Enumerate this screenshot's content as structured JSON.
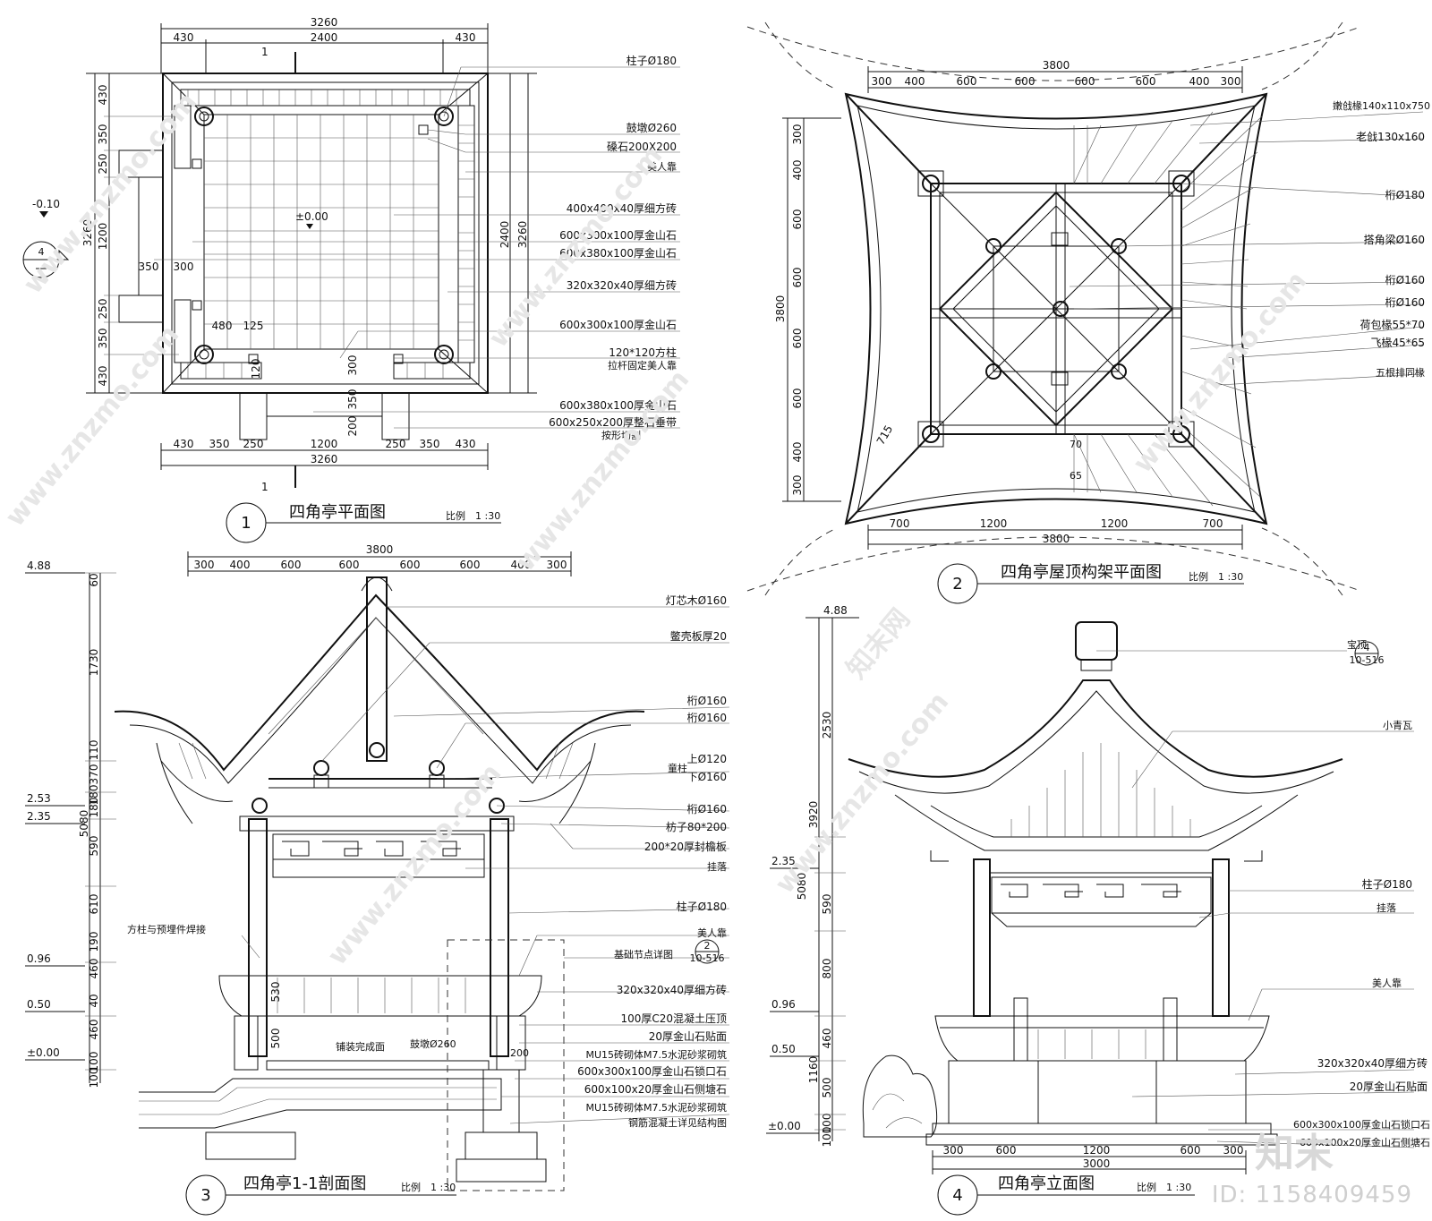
{
  "drawing1": {
    "title": "四角亭平面图",
    "number": "1",
    "scale": "比例　1 :30",
    "section_mark": "1",
    "level": "±0.00",
    "level_outside": "-0.10",
    "index_mark_top": "4",
    "dims_top": [
      "3260",
      "430",
      "2400",
      "430"
    ],
    "dims_bottom": [
      "430",
      "350",
      "250",
      "1200",
      "250",
      "350",
      "430",
      "3260"
    ],
    "dims_left": [
      "430",
      "350",
      "250",
      "1200",
      "250",
      "350",
      "430",
      "3260"
    ],
    "dims_right": [
      "2400",
      "3260"
    ],
    "dims_inner": [
      "350",
      "300",
      "480",
      "125",
      "120",
      "300",
      "350",
      "200"
    ],
    "labels": [
      "柱子Ø180",
      "鼓墩Ø260",
      "磉石200X200",
      "美人靠",
      "400x400x40厚细方砖",
      "600x300x100厚金山石",
      "600x380x100厚金山石",
      "320x320x40厚细方砖",
      "600x300x100厚金山石",
      "120*120方柱",
      "拉杆固定美人靠",
      "600x380x100厚金山石",
      "600x250x200厚整石垂带",
      "按形切割"
    ]
  },
  "drawing2": {
    "title": "四角亭屋顶构架平面图",
    "number": "2",
    "scale": "比例　1 :30",
    "dims_top": [
      "3800",
      "300",
      "400",
      "600",
      "600",
      "600",
      "600",
      "400",
      "300"
    ],
    "dims_bottom": [
      "700",
      "1200",
      "1200",
      "700",
      "3800"
    ],
    "dims_left": [
      "300",
      "400",
      "600",
      "600",
      "600",
      "600",
      "400",
      "300",
      "3800"
    ],
    "dims_inner": [
      "715",
      "70",
      "65"
    ],
    "labels": [
      "嫩戗椽140x110x750",
      "老戗130x160",
      "桁Ø180",
      "搭角梁Ø160",
      "桁Ø160",
      "桁Ø160",
      "荷包椽55*70",
      "飞椽45*65",
      "五根排同椽"
    ]
  },
  "drawing3": {
    "title": "四角亭1-1剖面图",
    "number": "3",
    "scale": "比例　1 :30",
    "levels": [
      "4.88",
      "2.53",
      "2.35",
      "0.96",
      "0.50",
      "±0.00"
    ],
    "dims_top": [
      "3800",
      "300",
      "400",
      "600",
      "600",
      "600",
      "600",
      "400",
      "300"
    ],
    "dims_left": [
      "60",
      "1730",
      "110",
      "370",
      "180",
      "180",
      "590",
      "610",
      "190",
      "460",
      "40",
      "460",
      "100",
      "100",
      "5080"
    ],
    "dims_inner": [
      "530",
      "500",
      "200"
    ],
    "labels": [
      "灯芯木Ø160",
      "鳖壳板厚20",
      "桁Ø160",
      "桁Ø160",
      "童柱",
      "上Ø120",
      "下Ø160",
      "桁Ø160",
      "枋子80*200",
      "200*20厚封檐板",
      "挂落",
      "柱子Ø180",
      "美人靠",
      "基础节点详图",
      "320x320x40厚细方砖",
      "100厚C20混凝土压顶",
      "20厚金山石贴面",
      "MU15砖砌体M7.5水泥砂浆砌筑",
      "600x300x100厚金山石锁口石",
      "600x100x20厚金山石侧塘石",
      "MU15砖砌体M7.5水泥砂浆砌筑",
      "钢筋混凝土详见结构图",
      "方柱与预埋件焊接",
      "铺装完成面",
      "鼓墩Ø260"
    ],
    "detail_mark_num": "2",
    "detail_mark_ref": "10-516"
  },
  "drawing4": {
    "title": "四角亭立面图",
    "number": "4",
    "scale": "比例　1 :30",
    "levels": [
      "4.88",
      "2.35",
      "0.96",
      "0.50",
      "±0.00"
    ],
    "dims_bottom": [
      "300",
      "600",
      "1200",
      "600",
      "300",
      "3000"
    ],
    "dims_left": [
      "2530",
      "3920",
      "590",
      "800",
      "460",
      "1160",
      "500",
      "100",
      "100",
      "5080"
    ],
    "labels": [
      "宝顶",
      "小青瓦",
      "柱子Ø180",
      "挂落",
      "美人靠",
      "320x320x40厚细方砖",
      "20厚金山石贴面",
      "600x300x100厚金山石锁口石",
      "600x100x20厚金山石侧塘石"
    ],
    "detail_mark_num": "4",
    "detail_mark_ref": "10-516"
  },
  "watermark": {
    "site": "www.znzmo.com",
    "brand": "知末",
    "brand_full": "知末网",
    "id": "ID: 1158409459"
  }
}
